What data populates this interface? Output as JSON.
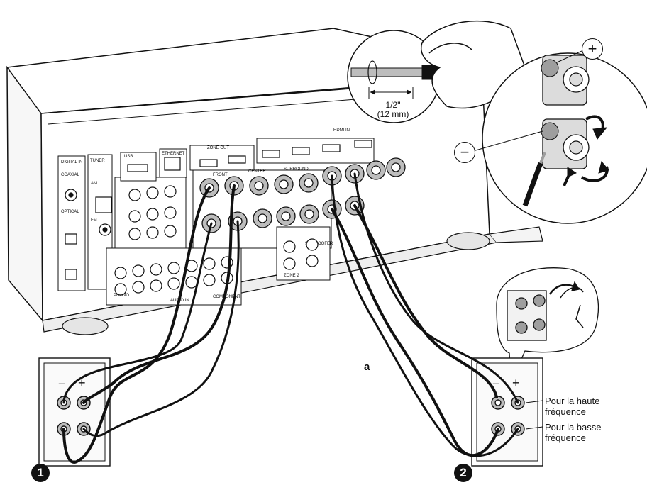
{
  "labels": {
    "wire_strip_length": "1/2\"",
    "wire_strip_length_mm": "(12 mm)",
    "plus_symbol": "+",
    "minus_symbol": "−",
    "callout_a": "a",
    "high_freq_line1": "Pour la haute",
    "high_freq_line2": "fréquence",
    "low_freq_line1": "Pour la basse",
    "low_freq_line2": "fréquence",
    "speaker_left_number": "1",
    "speaker_right_number": "2",
    "speaker_polarity_minus": "−",
    "speaker_polarity_plus": "+"
  },
  "panel_text": {
    "digital_in": "DIGITAL IN",
    "tuner": "TUNER",
    "am": "AM",
    "fm": "FM",
    "ethernet": "ETHERNET",
    "zone_out": "ZONE OUT",
    "hdmi_in": "HDMI IN",
    "front": "FRONT",
    "center": "CENTER",
    "surround": "SURROUND",
    "zone2": "ZONE 2",
    "subwoofer": "SUBWOOFER",
    "phono": "PHONO",
    "audio_in": "AUDIO IN",
    "component": "COMPONENT",
    "coaxial": "COAXIAL",
    "optical": "OPTICAL",
    "usb": "USB"
  }
}
